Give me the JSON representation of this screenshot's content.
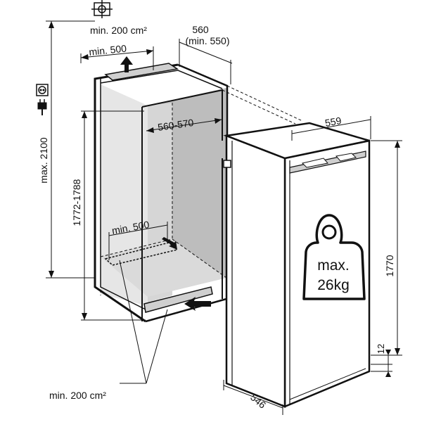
{
  "labels": {
    "top_vent_area": "min. 200 cm²",
    "bottom_vent_area": "min. 200 cm²",
    "top_depth_gap": "min. 500",
    "inner_gap": "min. 500",
    "niche_depth": "560",
    "niche_depth_min": "(min. 550)",
    "niche_width": "560-570",
    "niche_height_range": "1772-1788",
    "max_height": "max. 2100",
    "appliance_width": "559",
    "appliance_height": "1770",
    "base_height": "12",
    "appliance_depth": "546"
  },
  "weight": {
    "line1": "max.",
    "line2": "26kg"
  },
  "icons": [
    "ground-symbol-icon",
    "socket-icon",
    "power-plug-icon",
    "weight-icon",
    "airflow-arrow-icon"
  ],
  "colors": {
    "line": "#111111",
    "niche_interior": "#d2d2d2",
    "niche_back": "#bdbdbd",
    "vent": "#cfcfcf",
    "background": "#ffffff"
  }
}
